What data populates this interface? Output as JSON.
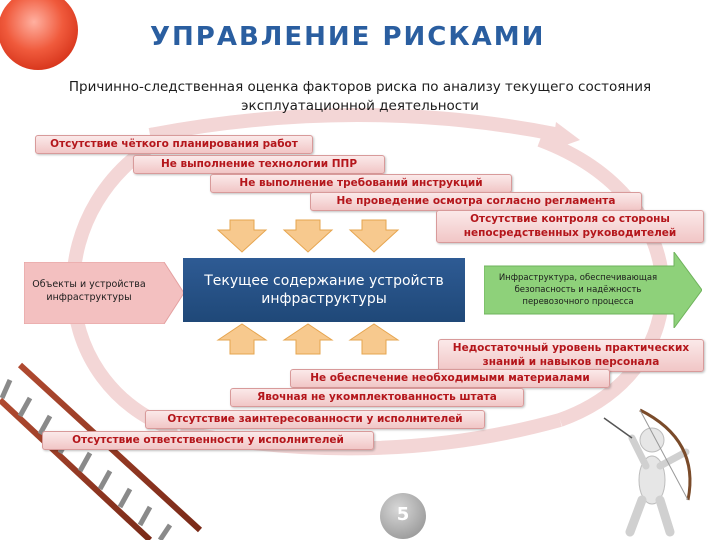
{
  "title": "УПРАВЛЕНИЕ РИСКАМИ",
  "subtitle": "Причинно-следственная оценка факторов риска по анализу текущего состояния эксплуатационной деятельности",
  "top_factors": [
    "Отсутствие чёткого планирования работ",
    "Не выполнение технологии ППР",
    "Не выполнение требований инструкций",
    "Не проведение осмотра согласно регламента",
    "Отсутствие контроля со стороны непосредственных руководителей"
  ],
  "bottom_factors": [
    "Недостаточный уровень практических знаний и навыков персонала",
    "Не обеспечение необходимыми материалами",
    "Явочная не укомплектованность штата",
    "Отсутствие заинтересованности у исполнителей",
    "Отсутствие ответственности у исполнителей"
  ],
  "center": "Текущее содержание устройств инфраструктуры",
  "left": "Объекты и устройства инфраструктуры",
  "right": "Инфраструктура, обеспечивающая безопасность и надёжность перевозочного процесса",
  "slide_number": "5",
  "colors": {
    "title": "#2a5ea0",
    "center": "#234e82",
    "factor_text": "#b4161b",
    "pill_bg": "#f1c6c6",
    "right_arrow": "#8ed17a",
    "left_arrow": "#f3c0c0"
  }
}
